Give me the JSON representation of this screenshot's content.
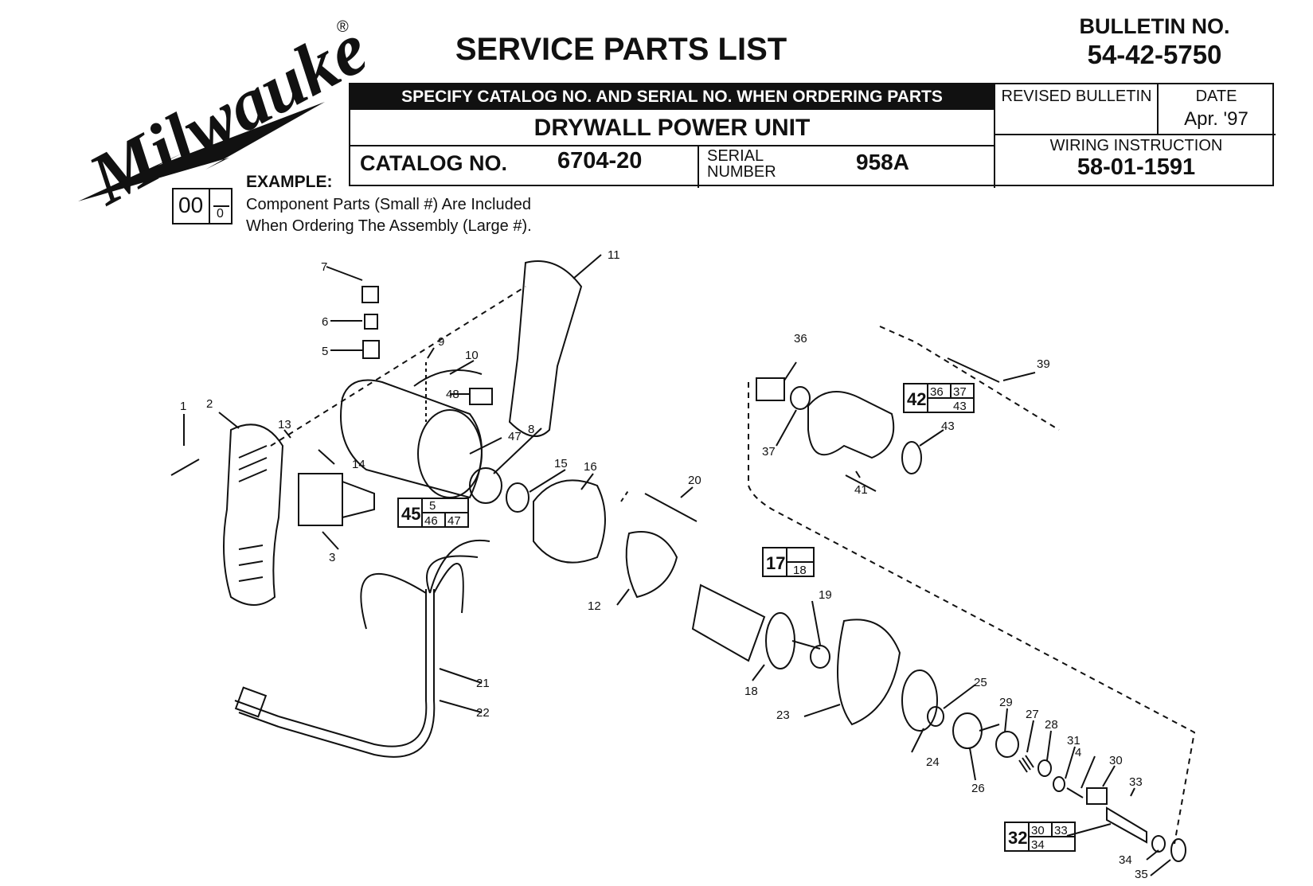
{
  "logo": {
    "brand": "Milwaukee",
    "registered_mark": "®"
  },
  "title": "SERVICE PARTS LIST",
  "bulletin": {
    "label": "BULLETIN NO.",
    "number": "54-42-5750"
  },
  "header": {
    "order_notice": "SPECIFY CATALOG NO. AND SERIAL NO. WHEN ORDERING PARTS",
    "product": "DRYWALL POWER UNIT",
    "catalog_label": "CATALOG NO.",
    "catalog_number": "6704-20",
    "serial_label_1": "SERIAL",
    "serial_label_2": "NUMBER",
    "serial_number": "958A",
    "revised_label": "REVISED BULLETIN",
    "date_label": "DATE",
    "date_value": "Apr. '97",
    "wiring_label": "WIRING INSTRUCTION",
    "wiring_number": "58-01-1591"
  },
  "example": {
    "label": "EXAMPLE:",
    "big": "00",
    "small": "0",
    "line1": "Component Parts (Small #) Are Included",
    "line2": "When Ordering The Assembly (Large #)."
  },
  "parts": {
    "p1": "1",
    "p2": "2",
    "p3": "3",
    "p4": "4",
    "p5": "5",
    "p6": "6",
    "p7": "7",
    "p8": "8",
    "p9": "9",
    "p10": "10",
    "p11": "11",
    "p12": "12",
    "p13": "13",
    "p14": "14",
    "p15": "15",
    "p16": "16",
    "p18": "18",
    "p19": "19",
    "p20": "20",
    "p21": "21",
    "p22": "22",
    "p23": "23",
    "p24": "24",
    "p25": "25",
    "p26": "26",
    "p27": "27",
    "p28": "28",
    "p29": "29",
    "p30": "30",
    "p31": "31",
    "p33": "33",
    "p34": "34",
    "p35": "35",
    "p36": "36",
    "p37": "37",
    "p39": "39",
    "p41": "41",
    "p43": "43",
    "p47": "47",
    "p48": "48"
  },
  "assemblies": {
    "a45": {
      "big": "45",
      "s1": "5",
      "s2": "46",
      "s3": "47"
    },
    "a42": {
      "big": "42",
      "s1": "36",
      "s2": "37",
      "s3": "43"
    },
    "a17": {
      "big": "17",
      "s1": "18"
    },
    "a32": {
      "big": "32",
      "s1": "30",
      "s2": "33",
      "s3": "34"
    }
  }
}
